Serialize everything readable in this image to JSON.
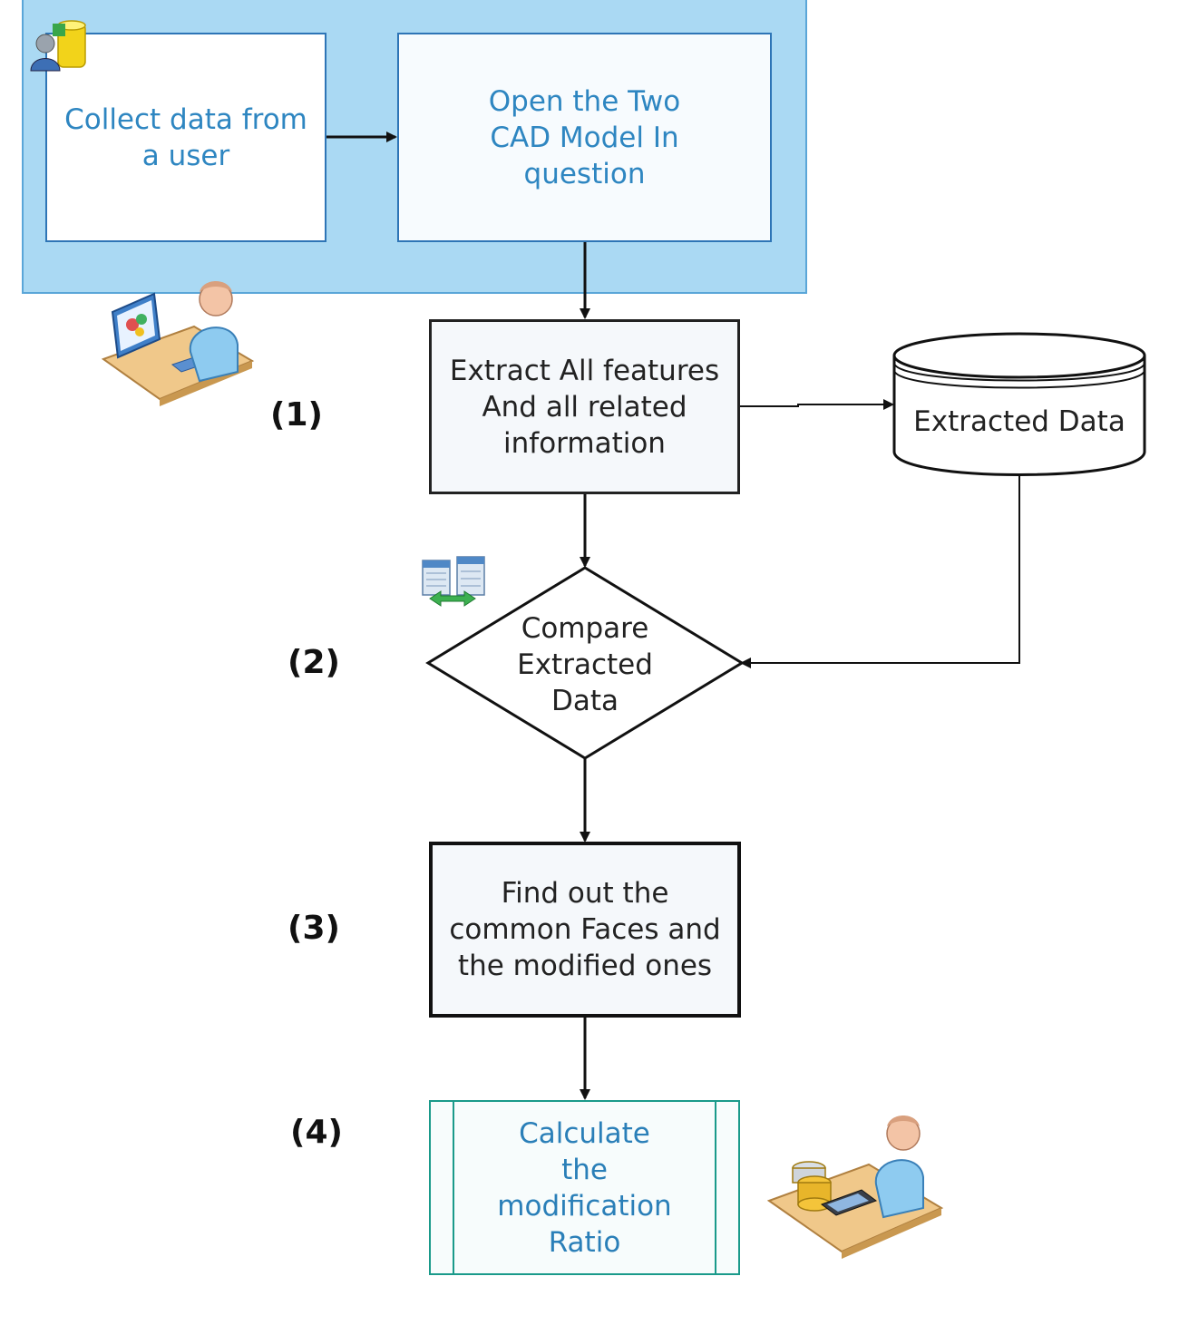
{
  "steps": {
    "collect": "Collect data from a user",
    "open": "Open the Two CAD Model In question",
    "extract": "Extract All features And all related information",
    "store": "Extracted Data",
    "compare": "Compare Extracted Data",
    "find": "Find out the common Faces and the modified ones",
    "calculate": "Calculate the modification Ratio"
  },
  "labels": {
    "one": "(1)",
    "two": "(2)",
    "three": "(3)",
    "four": "(4)"
  },
  "colors": {
    "panel": "#aad9f3",
    "panel_border": "#1f5fa8",
    "blue_text": "#2e86c1",
    "teal_border": "#1a9a8a"
  },
  "icons": [
    "database-user-icon",
    "designer-at-computer-icon",
    "compare-tables-icon",
    "accountant-with-calculator-icon"
  ]
}
